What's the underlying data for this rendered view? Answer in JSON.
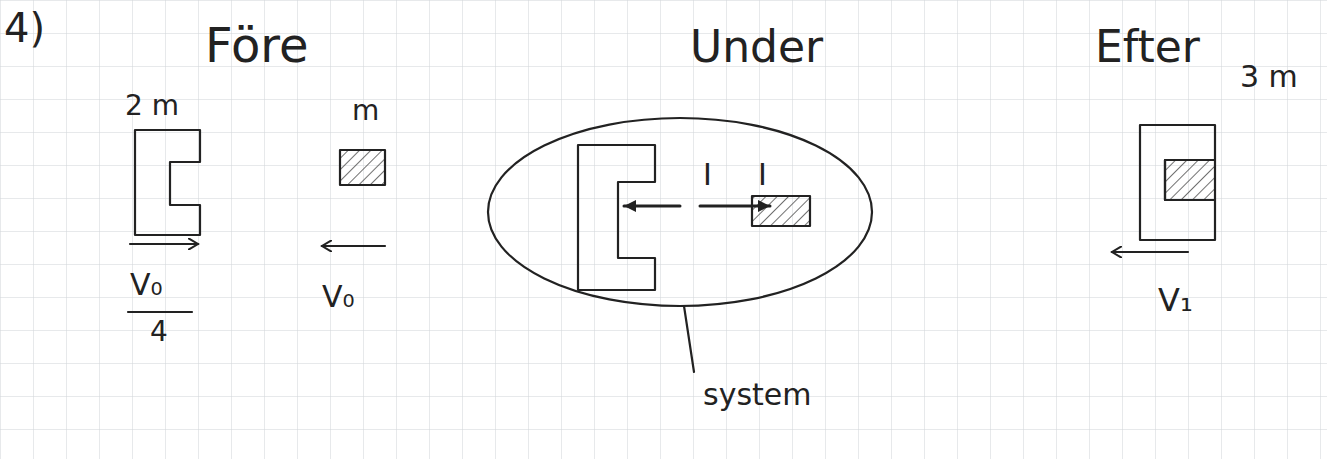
{
  "diagram": {
    "labels": [
      "4)",
      "Före",
      "Under",
      "Efter",
      "2 m",
      "m",
      "3 m",
      "V₀",
      "4",
      "V₀",
      "I",
      "I",
      "system",
      "V₁"
    ]
  }
}
